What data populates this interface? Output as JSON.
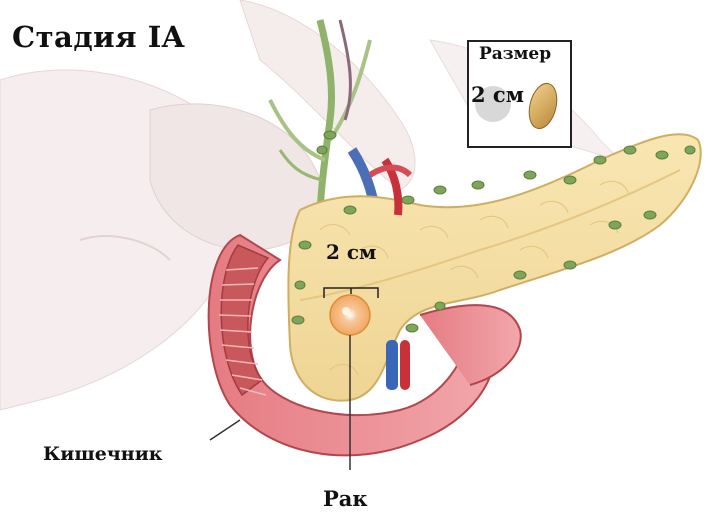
{
  "title": "Стадия IA",
  "size_box": {
    "title": "Размер",
    "value": "2 см"
  },
  "tumor_size_label": "2 см",
  "labels": {
    "intestine": "Кишечник",
    "cancer": "Рак"
  },
  "colors": {
    "pancreas": "#f3dd9e",
    "duodenum": "#ef9aa0",
    "duodenum_inner": "#c8585c",
    "tumor": "#f0a860",
    "lymph_node": "#7fa55a",
    "vein": "#3a66b8",
    "artery": "#c8303a",
    "background_organ": "#f4ecec"
  }
}
